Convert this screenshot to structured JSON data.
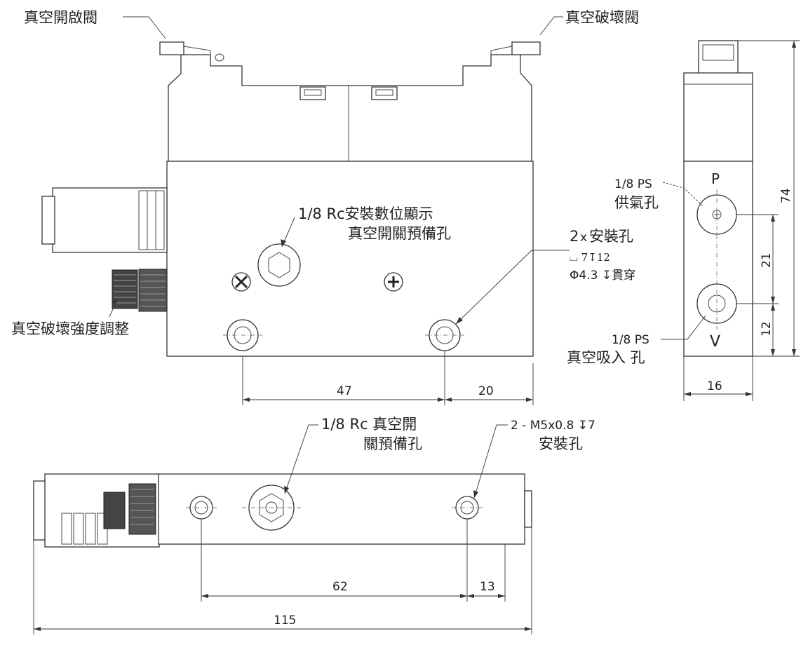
{
  "labels": {
    "vacuum_on_valve": "真空開啟閥",
    "vacuum_break_valve": "真空破壞閥",
    "vacuum_break_adjust": "真空破壞強度調整",
    "display_port_line1": "1/8 Rc安裝數位顯示",
    "display_port_line2": "真空開關預備孔",
    "mount_holes_count": "2",
    "mount_holes_x": "x",
    "mount_holes_text": "安裝孔",
    "counterbore_spec": "⌴ 7↧12",
    "through_spec": "Φ4.3 ↧貫穿",
    "supply_port_size": "1/8 PS",
    "supply_port_name": "供氣孔",
    "vacuum_port_size": "1/8 PS",
    "vacuum_port_name": "真空吸入 孔",
    "port_p": "P",
    "port_v": "V",
    "bottom_port_line1": "1/8 Rc 真空開",
    "bottom_port_line2": "關預備孔",
    "bottom_thread_line1": "2 - M5x0.8 ↧7",
    "bottom_thread_line2": "安裝孔"
  },
  "dimensions": {
    "front_hole_spacing": "47",
    "front_hole_to_edge": "20",
    "side_height": "74",
    "side_port_spacing": "21",
    "side_port_to_bottom": "12",
    "side_width": "16",
    "bottom_hole_spacing": "62",
    "bottom_hole_to_edge": "13",
    "overall_length": "115"
  },
  "colors": {
    "line": "#333333",
    "text": "#222222",
    "background": "#ffffff"
  }
}
